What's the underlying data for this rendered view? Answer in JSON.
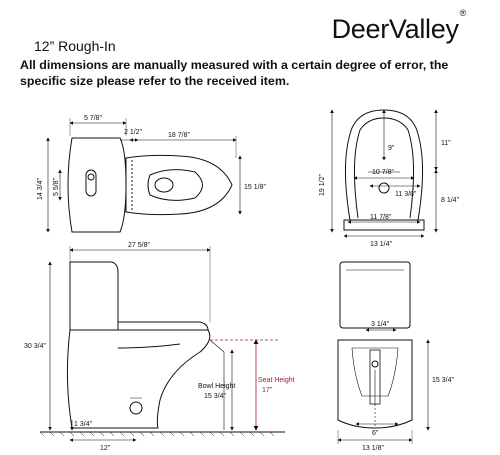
{
  "brand": {
    "name": "DeerValley",
    "mark": "®"
  },
  "header": {
    "title": "12” Rough-In",
    "note": "All dimensions are manually measured with a certain degree of error, the specific size please refer to the received item."
  },
  "top_view": {
    "d_tank_depth": "5 7/8”",
    "d_gap": "2 1/2”",
    "d_bowl_length": "18 7/8”",
    "d_width_left": "14 3/4”",
    "d_button": "5 5/8”",
    "d_width_right": "15 1/8”"
  },
  "front_view": {
    "d_height_total": "19 1/2”",
    "d_inner": "9”",
    "d_top_right": "11”",
    "d_width_a": "10 7/8”",
    "d_width_b": "11 3/8”",
    "d_right_low": "8 1/4”",
    "d_width_c": "11 7/8”",
    "d_base": "13 1/4”"
  },
  "side_view": {
    "d_length": "27 5/8”",
    "d_height": "30 3/4”",
    "bowl_height_label": "Bowl Height",
    "bowl_height_value": "15 3/4”",
    "seat_height_label": "Seat Height",
    "seat_height_value": "17”",
    "d_small": "1 3/4”",
    "d_rough_in": "12”"
  },
  "rear_view": {
    "d_top": "3 1/4”",
    "d_bottom_inner": "6”",
    "d_height": "15 3/4”",
    "d_base": "13 1/8”"
  },
  "colors": {
    "line": "#111111",
    "seat_height": "#a0242e"
  }
}
